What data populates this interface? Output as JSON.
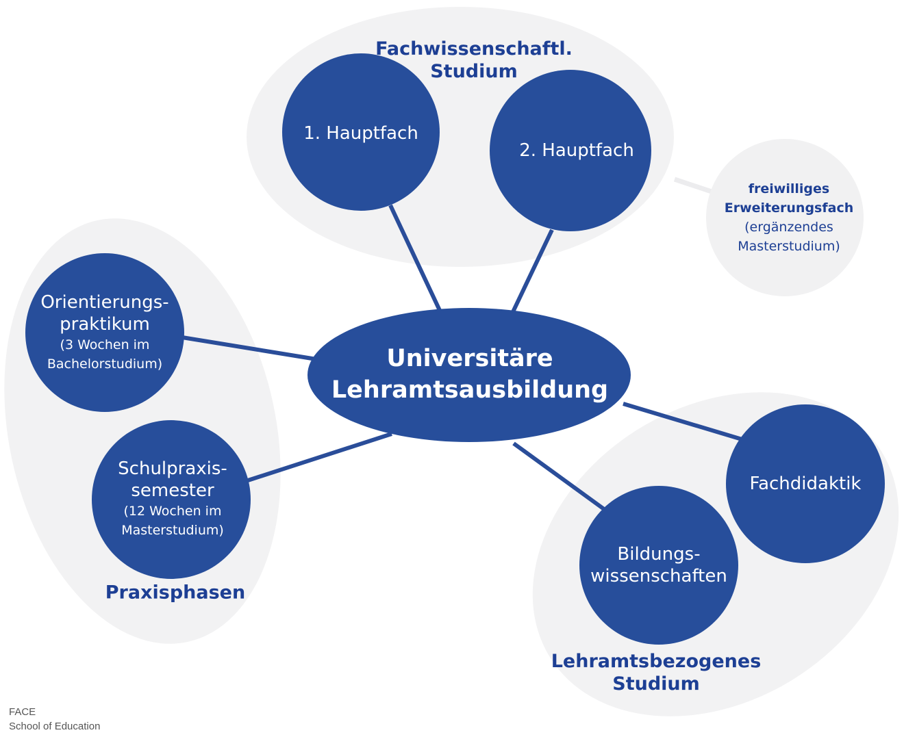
{
  "center": {
    "line1": "Universitäre",
    "line2": "Lehramtsausbildung"
  },
  "groups": {
    "fachwissenschaft": {
      "line1": "Fachwissenschaftl.",
      "line2": "Studium"
    },
    "praxis": {
      "title": "Praxisphasen"
    },
    "lehramt": {
      "line1": "Lehramtsbezogenes",
      "line2": "Studium"
    }
  },
  "nodes": {
    "hauptfach1": {
      "label": "1. Hauptfach"
    },
    "hauptfach2": {
      "label": "2. Hauptfach"
    },
    "erweiterung": {
      "title1": "freiwilliges",
      "title2": "Erweiterungsfach",
      "sub1": "(ergänzendes",
      "sub2": "Masterstudium)"
    },
    "orientierung": {
      "line1": "Orientierungs-",
      "line2": "praktikum",
      "sub1": "(3 Wochen im",
      "sub2": "Bachelorstudium)"
    },
    "schulpraxis": {
      "line1": "Schulpraxis-",
      "line2": "semester",
      "sub1": "(12 Wochen im",
      "sub2": "Masterstudium)"
    },
    "fachdidaktik": {
      "label": "Fachdidaktik"
    },
    "bildung": {
      "line1": "Bildungs-",
      "line2": "wissenschaften"
    }
  },
  "footer": {
    "line1": "FACE",
    "line2": "School of Education"
  },
  "colors": {
    "node": "#274e9b",
    "title": "#1d3f94",
    "background_blob": "#f2f2f3"
  }
}
